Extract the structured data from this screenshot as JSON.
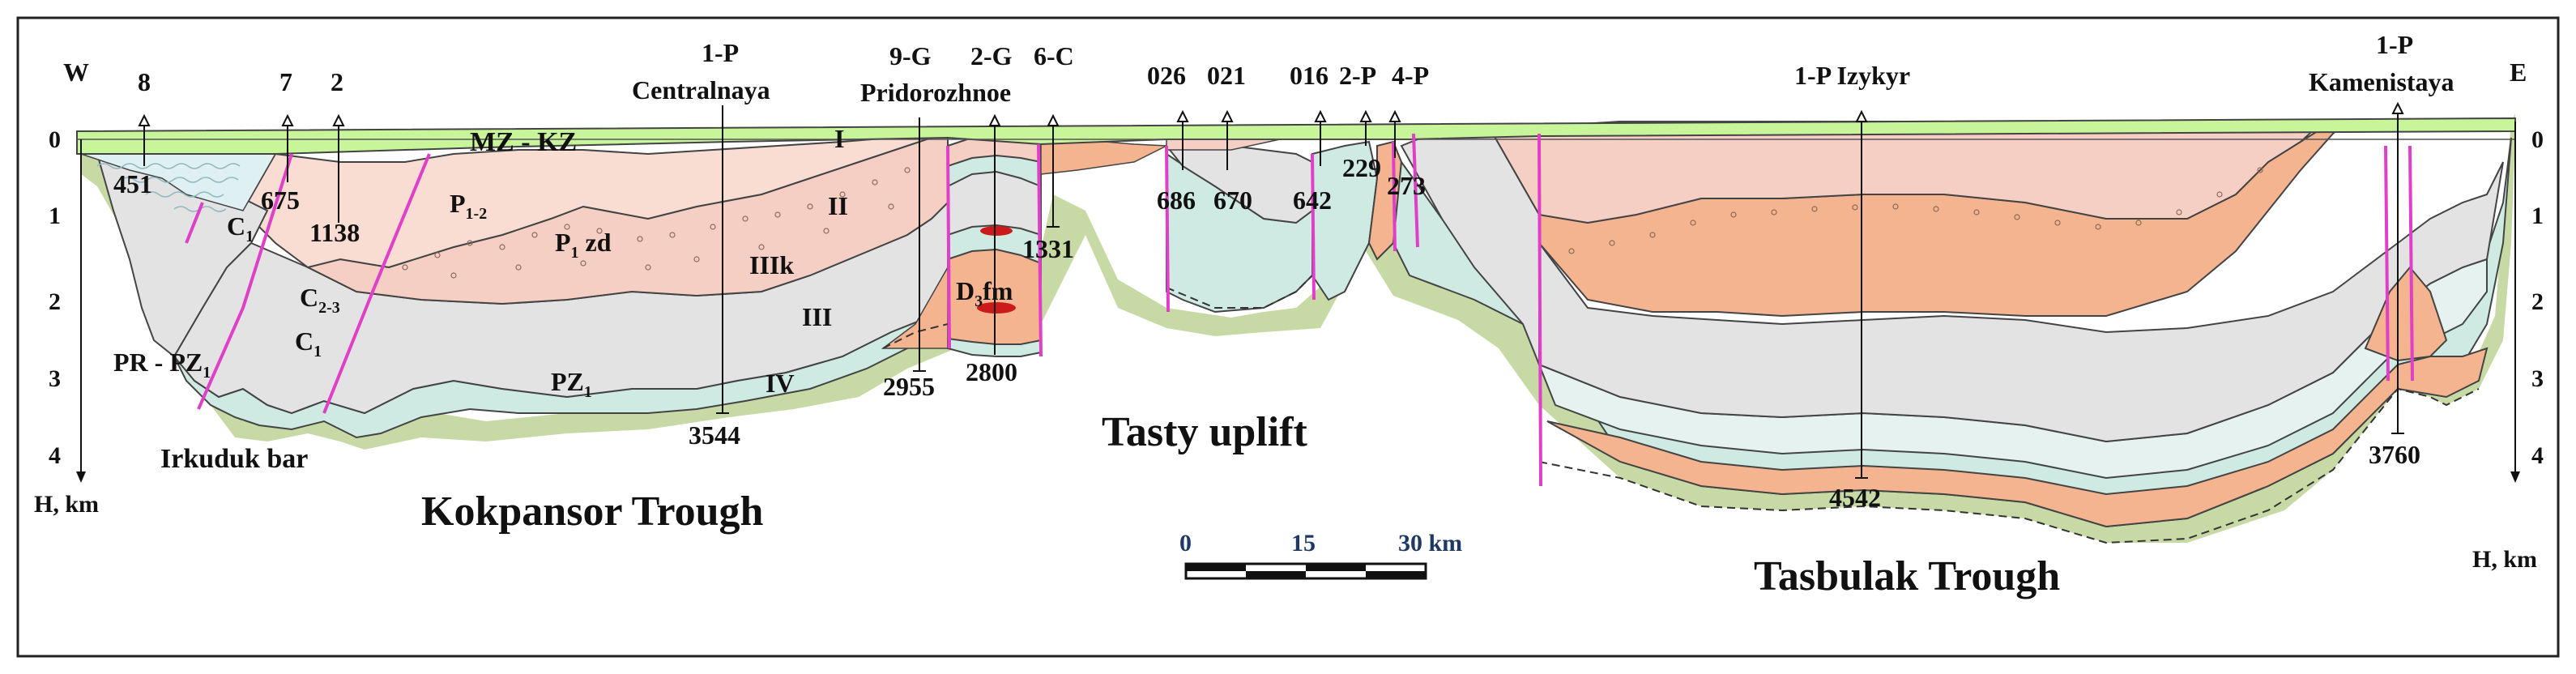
{
  "direction": {
    "west": "W",
    "east": "E"
  },
  "depth_axis": {
    "unit_label_left": "H, km",
    "unit_label_right": "H, km",
    "ticks": [
      "0",
      "1",
      "2",
      "3",
      "4"
    ]
  },
  "wells": [
    {
      "id": "8",
      "depth": "451"
    },
    {
      "id": "7",
      "depth": "675"
    },
    {
      "id": "2",
      "depth": "1138"
    },
    {
      "id_line1": "1-P",
      "id_line2": "Centralnaya",
      "depth": "3544"
    },
    {
      "id": "9-G",
      "depth": "2955"
    },
    {
      "id": "2-G",
      "depth": "2800"
    },
    {
      "id": "6-C",
      "depth": "1331"
    },
    {
      "id": "Pridorozhnoe"
    },
    {
      "id": "026",
      "depth": "686"
    },
    {
      "id": "021",
      "depth": "670"
    },
    {
      "id": "016",
      "depth": "642"
    },
    {
      "id": "2-P",
      "depth": "229"
    },
    {
      "id": "4-P",
      "depth": "273"
    },
    {
      "id": "1-P Izykyr",
      "depth": "4542"
    },
    {
      "id_line1": "1-P",
      "id_line2": "Kamenistaya",
      "depth": "3760"
    }
  ],
  "units": {
    "mzkz": "MZ - KZ",
    "p12": "P",
    "p12_sub": "1-2",
    "p1zd": "P",
    "p1zd_sub": "1",
    "p1zd_suffix": " zd",
    "c1a": "C",
    "c1a_sub": "1",
    "c23": "C",
    "c23_sub": "2-3",
    "c1b": "C",
    "c1b_sub": "1",
    "prpz": "PR - PZ",
    "prpz_sub": "1",
    "pz1": "PZ",
    "pz1_sub": "1",
    "d3fm": "D",
    "d3fm_sub": "3",
    "d3fm_suffix": "fm"
  },
  "horizons": [
    "I",
    "II",
    "IIIk",
    "III",
    "IV"
  ],
  "structures": {
    "irkuduk": "Irkuduk bar",
    "kokpansor": "Kokpansor Trough",
    "tasty": "Tasty uplift",
    "tasbulak": "Tasbulak Trough"
  },
  "scale": {
    "labels": [
      "0",
      "15",
      "30 km"
    ]
  },
  "colors": {
    "green_top": "#c8f59a",
    "pink": "#f6cfc4",
    "orange": "#f4b48f",
    "gray": "#e3e3e3",
    "teal": "#cfeae3",
    "base_green": "#c7d9a4",
    "fault": "#e040c8",
    "water": "#dff0f2"
  }
}
